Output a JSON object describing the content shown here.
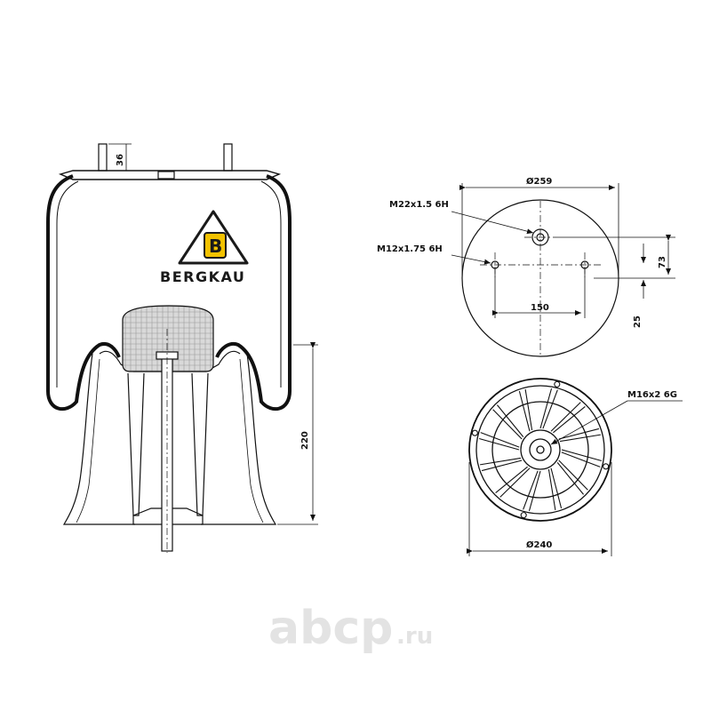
{
  "brand": {
    "name": "BERGKAU",
    "logo_letter": "B",
    "logo_colors": {
      "yellow": "#f2c200",
      "dark": "#1a1a1a"
    }
  },
  "dimensions": {
    "stud_height": "36",
    "piston_height": "220",
    "top_diameter": "Ø259",
    "top_thread_center": "M22x1.5 6H",
    "top_thread_side": "M12x1.75 6H",
    "side_hole_spacing": "150",
    "offset_73": "73",
    "offset_25": "25",
    "bottom_thread": "M16x2 6G",
    "bottom_diameter": "Ø240"
  },
  "watermark": {
    "main": "abcp",
    "suffix": ".ru",
    "color": "#e3e3e3"
  },
  "colors": {
    "line": "#111111",
    "hatch": "#c9c9c9"
  }
}
